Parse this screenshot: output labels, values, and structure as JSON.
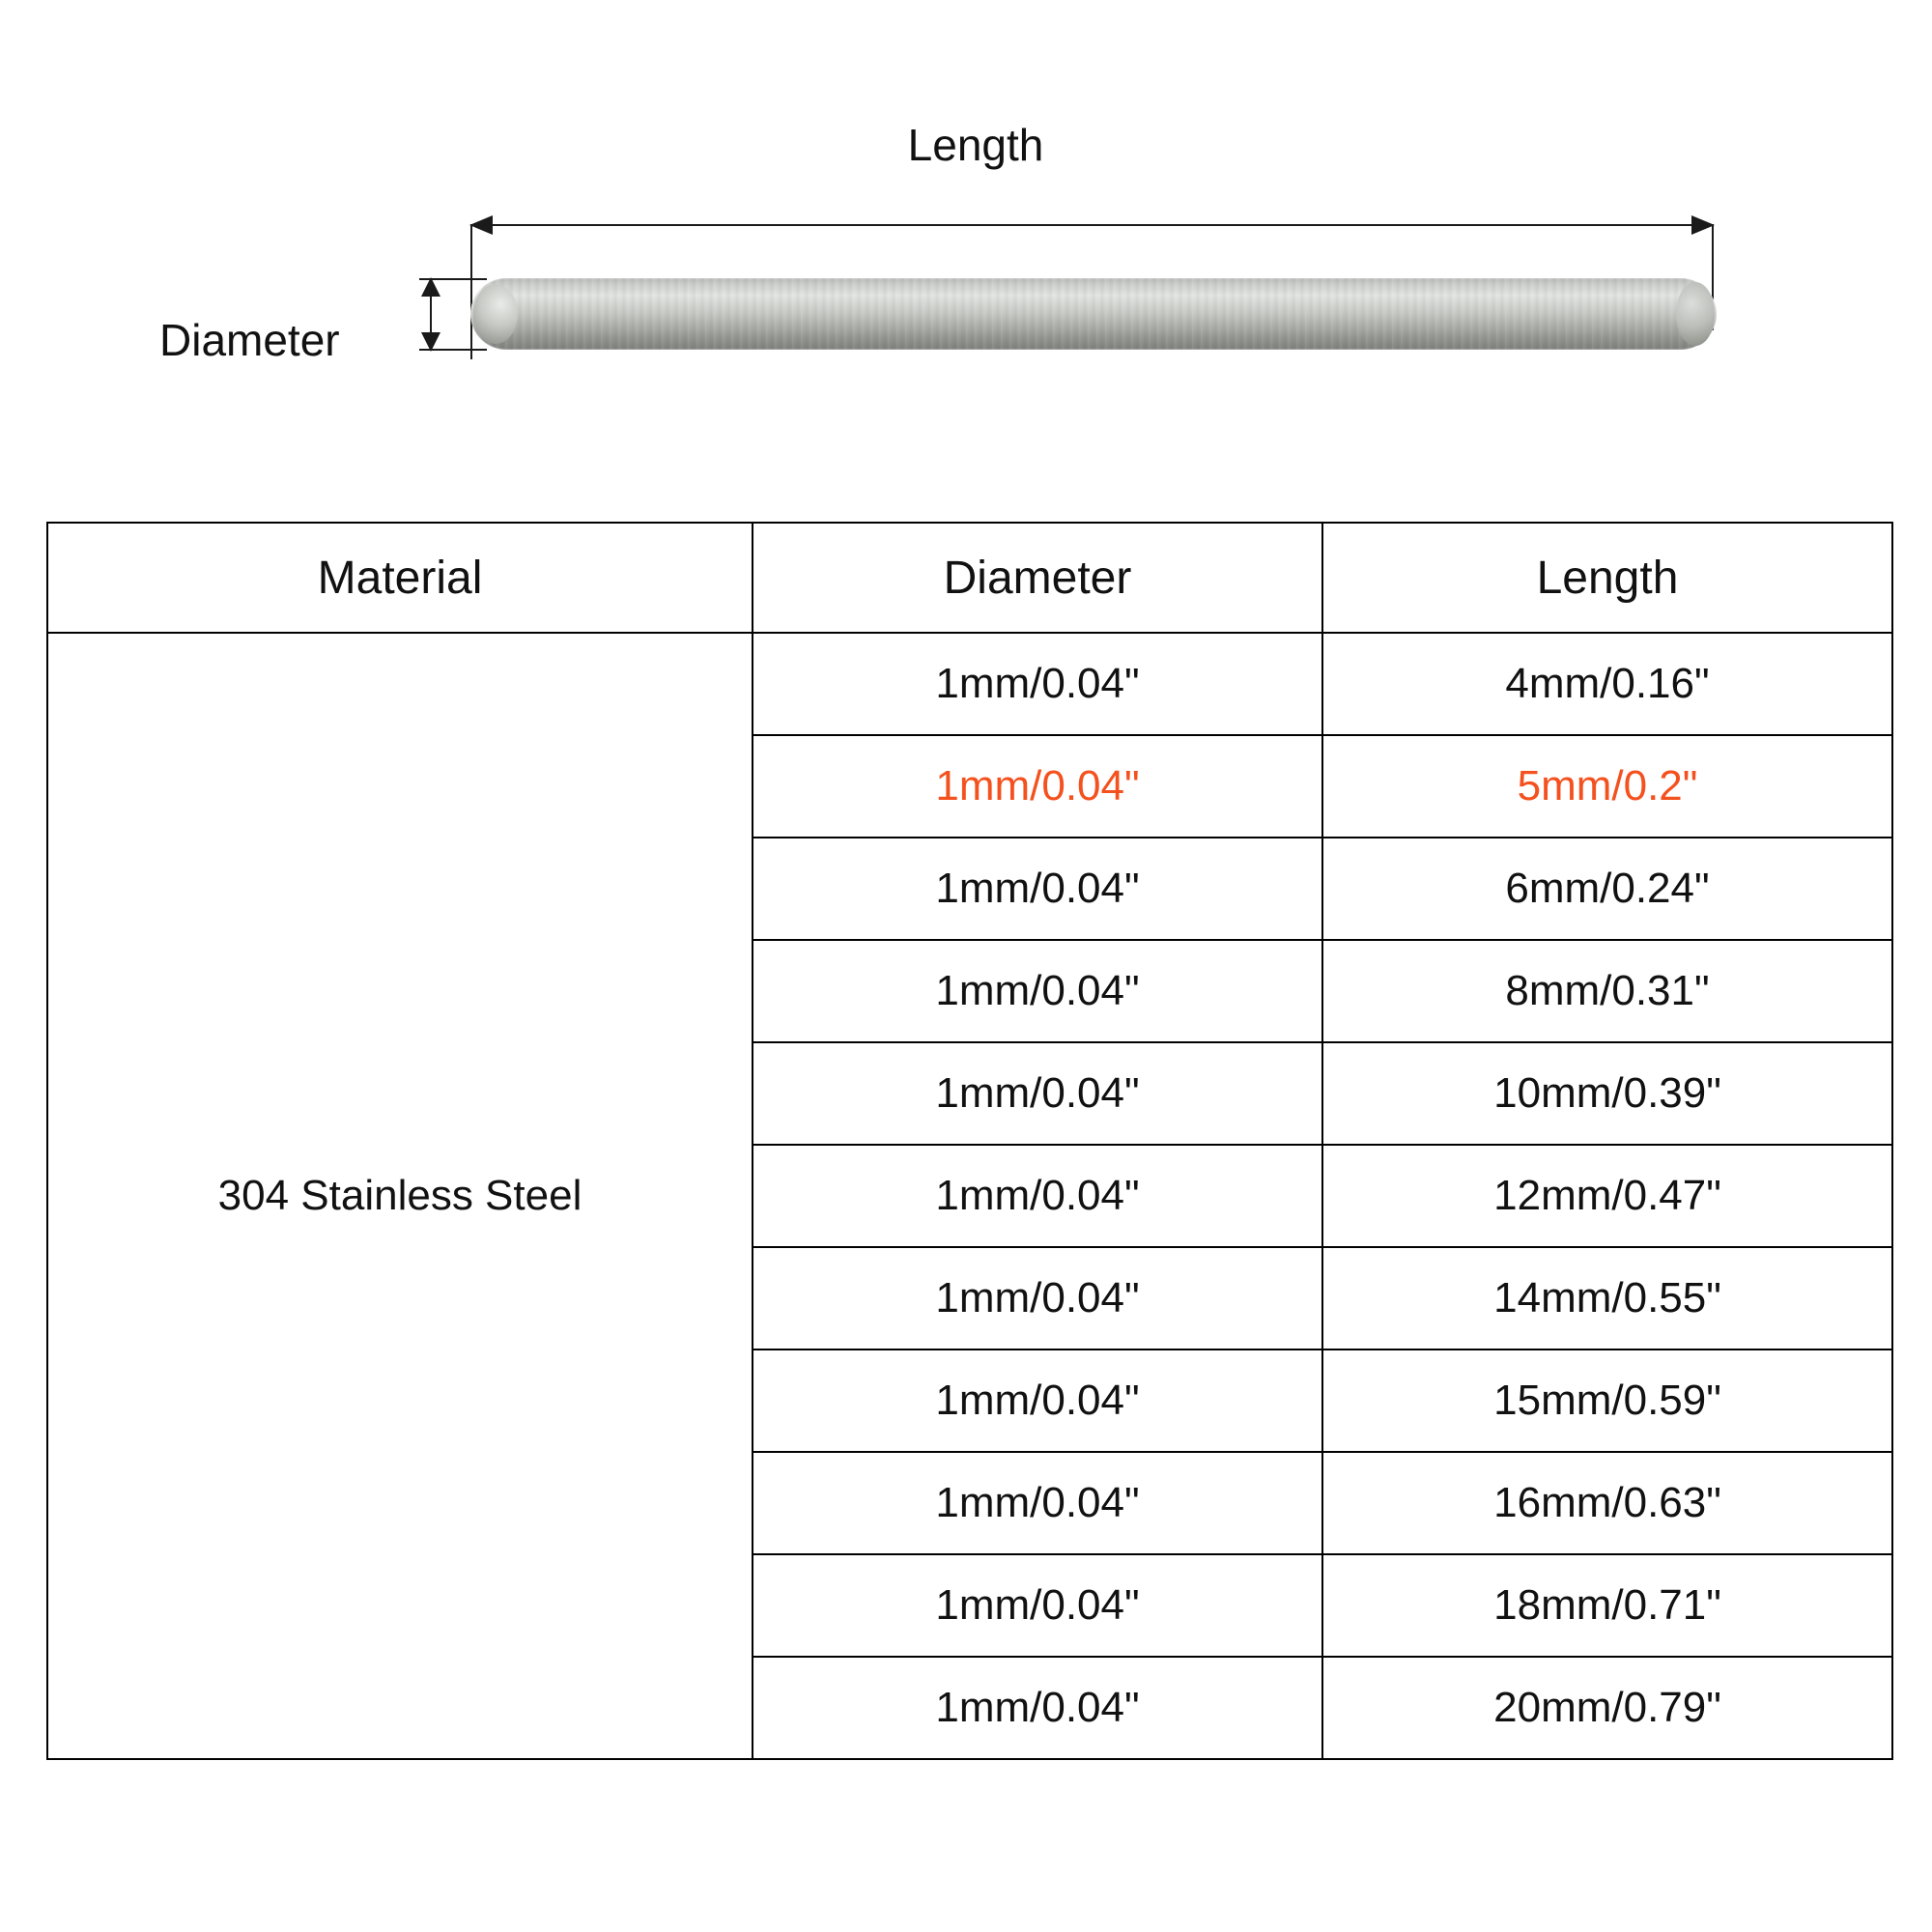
{
  "diagram": {
    "length_label": "Length",
    "diameter_label": "Diameter",
    "part_name": "stainless-steel-rod"
  },
  "table": {
    "headers": {
      "material": "Material",
      "diameter": "Diameter",
      "length": "Length"
    },
    "material": "304 Stainless Steel",
    "highlight_color": "#f4511e",
    "rows": [
      {
        "diameter": "1mm/0.04\"",
        "length": "4mm/0.16\"",
        "highlighted": false
      },
      {
        "diameter": "1mm/0.04\"",
        "length": "5mm/0.2\"",
        "highlighted": true
      },
      {
        "diameter": "1mm/0.04\"",
        "length": "6mm/0.24\"",
        "highlighted": false
      },
      {
        "diameter": "1mm/0.04\"",
        "length": "8mm/0.31\"",
        "highlighted": false
      },
      {
        "diameter": "1mm/0.04\"",
        "length": "10mm/0.39\"",
        "highlighted": false
      },
      {
        "diameter": "1mm/0.04\"",
        "length": "12mm/0.47\"",
        "highlighted": false
      },
      {
        "diameter": "1mm/0.04\"",
        "length": "14mm/0.55\"",
        "highlighted": false
      },
      {
        "diameter": "1mm/0.04\"",
        "length": "15mm/0.59\"",
        "highlighted": false
      },
      {
        "diameter": "1mm/0.04\"",
        "length": "16mm/0.63\"",
        "highlighted": false
      },
      {
        "diameter": "1mm/0.04\"",
        "length": "18mm/0.71\"",
        "highlighted": false
      },
      {
        "diameter": "1mm/0.04\"",
        "length": "20mm/0.79\"",
        "highlighted": false
      }
    ]
  }
}
